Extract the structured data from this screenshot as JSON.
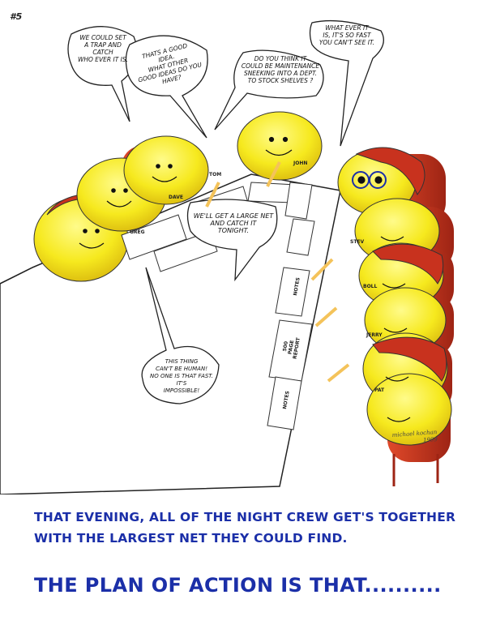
{
  "page": {
    "number": "#5"
  },
  "bubbles": {
    "trap": [
      "WE COULD SET",
      "A TRAP AND CATCH",
      "WHO EVER IT IS."
    ],
    "good_idea": [
      "THATS A GOOD",
      "IDEA.",
      "WHAT OTHER",
      "GOOD IDEAS DO YOU HAVE?"
    ],
    "maintenance": [
      "DO YOU THINK IT",
      "COULD BE MAINTENANCE",
      "SNEEKING INTO A DEPT.",
      "TO STOCK SHELVES ?"
    ],
    "fast": [
      "WHAT EVER IT",
      "IS, IT'S SO FAST",
      "YOU CAN'T SEE IT."
    ],
    "net": [
      "WE'LL GET A LARGE NET",
      "AND CATCH IT",
      "TONIGHT."
    ],
    "human": [
      "THIS THING",
      "CAN'T BE HUMAN!",
      "NO ONE IS THAT FAST. IT'S",
      "IMPOSSIBLE!"
    ]
  },
  "name_tags": [
    "JOHN",
    "DAVE",
    "GREG",
    "TOM",
    "STEV",
    "BOLL",
    "JERRY",
    "PAT"
  ],
  "documents": {
    "notes": "NOTES",
    "report": [
      "500",
      "PAGE",
      "REPORT"
    ]
  },
  "signature": [
    "michael kochan",
    "1999"
  ],
  "captions": {
    "line1": "THAT EVENING, ALL OF THE NIGHT CREW GET'S TOGETHER",
    "line2": "WITH THE LARGEST NET THEY COULD FIND.",
    "line3": "THE PLAN OF ACTION IS THAT.........."
  },
  "colors": {
    "caption": "#1b2fa8",
    "character": "#f6ee2a",
    "chair": "#c8321e",
    "table": "#ffffff"
  }
}
